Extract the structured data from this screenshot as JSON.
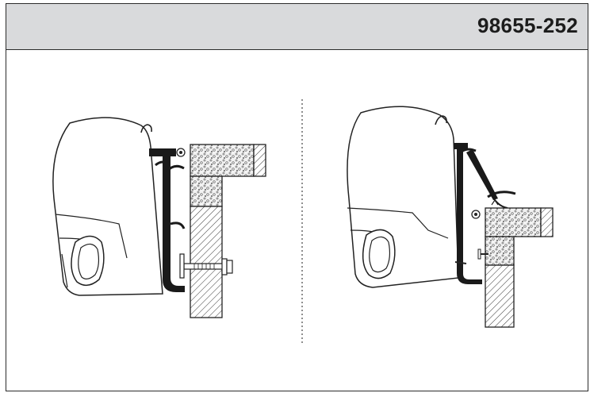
{
  "header": {
    "part_number": "98655-252"
  },
  "figures": [
    {
      "name": "adapter-installation-variant-1"
    },
    {
      "name": "adapter-installation-variant-2"
    }
  ]
}
